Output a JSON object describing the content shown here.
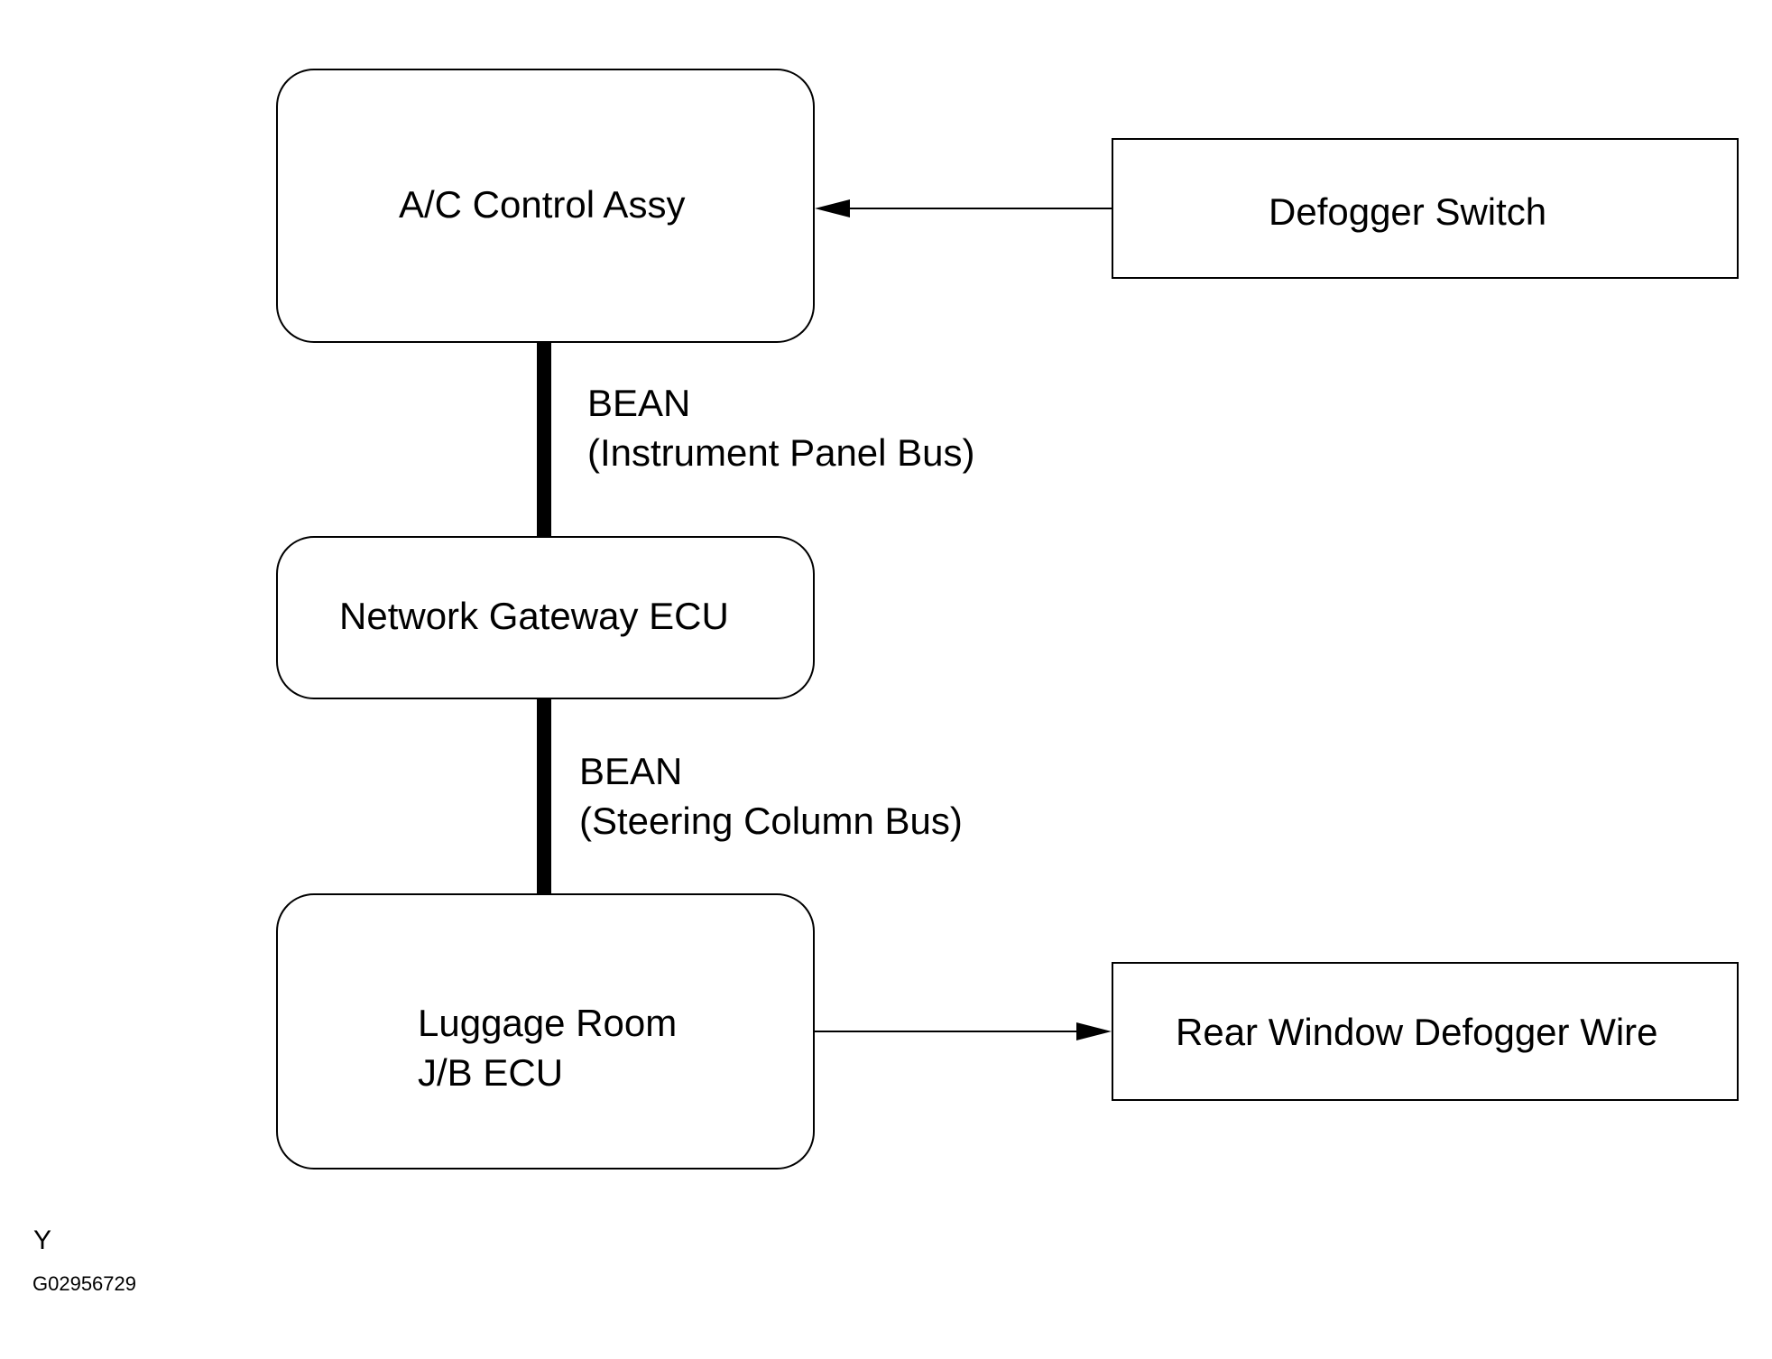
{
  "diagram": {
    "nodes": {
      "ac_control": {
        "label": "A/C Control Assy"
      },
      "defogger_switch": {
        "label": "Defogger Switch"
      },
      "gateway": {
        "label": "Network Gateway ECU"
      },
      "luggage": {
        "line1": "Luggage Room",
        "line2": "J/B ECU"
      },
      "rear_wire": {
        "label": "Rear Window Defogger Wire"
      }
    },
    "buses": {
      "upper": {
        "line1": "BEAN",
        "line2": "(Instrument Panel Bus)"
      },
      "lower": {
        "line1": "BEAN",
        "line2": "(Steering Column Bus)"
      }
    },
    "edges": [
      {
        "from": "defogger_switch",
        "to": "ac_control",
        "type": "arrow"
      },
      {
        "from": "ac_control",
        "to": "gateway",
        "type": "bus",
        "label": "upper"
      },
      {
        "from": "gateway",
        "to": "luggage",
        "type": "bus",
        "label": "lower"
      },
      {
        "from": "luggage",
        "to": "rear_wire",
        "type": "arrow"
      }
    ]
  },
  "footer": {
    "code_letter": "Y",
    "figure_id": "G02956729"
  }
}
